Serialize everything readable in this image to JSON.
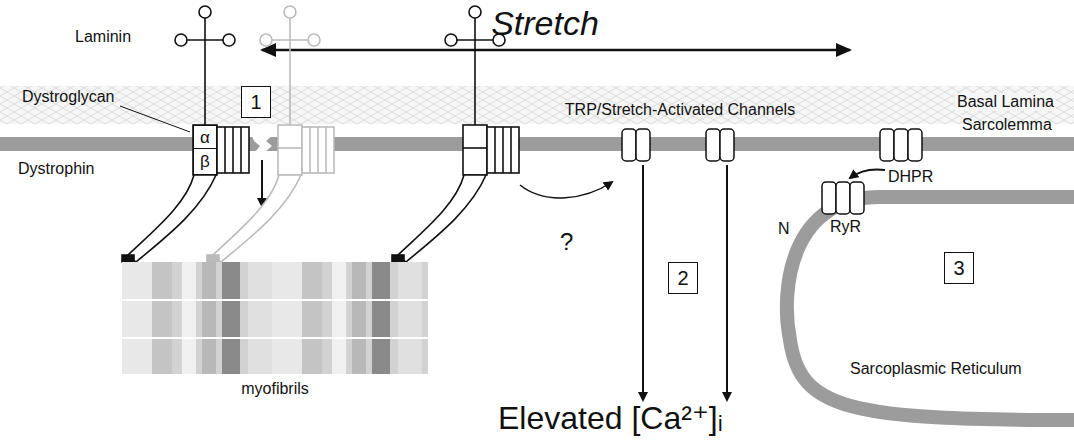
{
  "diagram": {
    "nodes": [
      {
        "text": [
          "α"
        ]
      },
      {
        "text": [
          "β"
        ]
      },
      {
        "text": [
          "1"
        ]
      },
      {
        "text": [
          "2"
        ]
      },
      {
        "text": [
          "3"
        ]
      }
    ],
    "labels": [
      "Stretch",
      "Laminin",
      "Basal Lamina",
      "Dystroglycan",
      "Dystrophin",
      "TRP/Stretch-Activated Channels",
      "Sarcolemma",
      "DHPR",
      "?",
      "N",
      "RyR",
      "myofibrils",
      "Sarcoplasmic Reticulum",
      "Elevated [Ca²⁺]ᵢ"
    ]
  }
}
